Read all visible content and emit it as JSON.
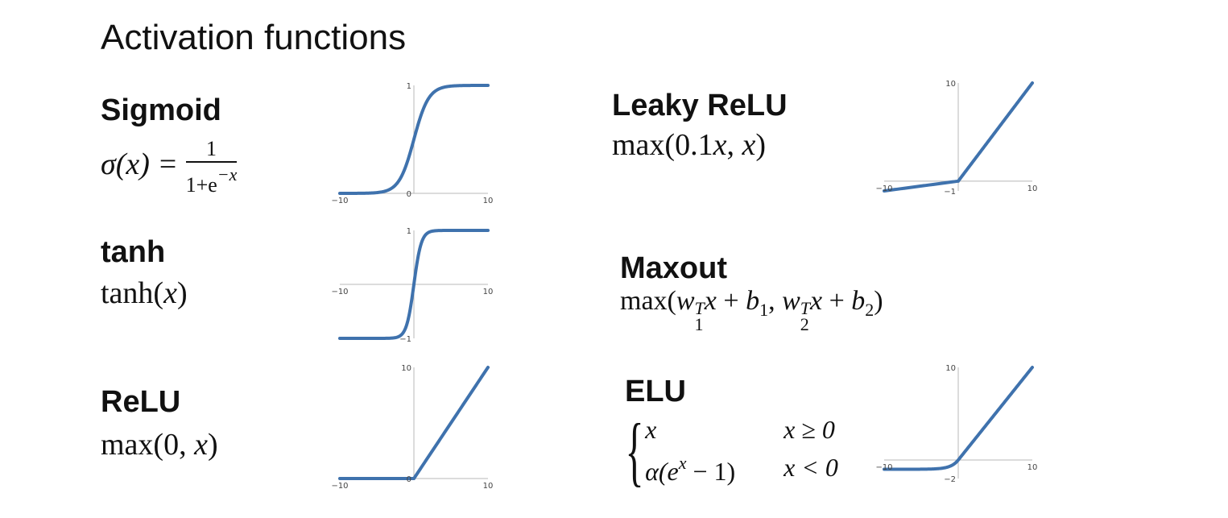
{
  "title": "Activation functions",
  "functions": {
    "sigmoid": {
      "name": "Sigmoid",
      "lhs": "σ(x) = ",
      "frac_num": "1",
      "frac_den_base": "1+e",
      "frac_den_exp": "−x"
    },
    "tanh": {
      "name": "tanh",
      "formula_fn": "tanh(",
      "formula_var": "x",
      "formula_close": ")"
    },
    "relu": {
      "name": "ReLU",
      "formula_fn": "max(0, ",
      "formula_var": "x",
      "formula_close": ")"
    },
    "leaky": {
      "name": "Leaky ReLU",
      "formula_fn": "max(0.1",
      "formula_var": "x",
      "formula_mid": ", ",
      "formula_var2": "x",
      "formula_close": ")"
    },
    "maxout": {
      "name": "Maxout",
      "p1": "max(",
      "w": "w",
      "t1": "T",
      "s1": "1",
      "x1": "x",
      "plus1": " + ",
      "b": "b",
      "bs1": "1",
      "comma": ", ",
      "t2": "T",
      "s2": "2",
      "x2": "x",
      "plus2": " + ",
      "bs2": "2",
      "close": ")"
    },
    "elu": {
      "name": "ELU",
      "case1_expr": "x",
      "case1_cond": "x ≥ 0",
      "case2_expr": "α(e",
      "case2_exp": "x",
      "case2_tail": " − 1)",
      "case2_cond": "x < 0"
    }
  },
  "plots": {
    "sigmoid": {
      "xlim": [
        -10,
        10
      ],
      "ylim": [
        0,
        1
      ],
      "xticks": [
        "−10",
        "10"
      ],
      "yticks": [
        "1",
        "0"
      ]
    },
    "tanh": {
      "xlim": [
        -10,
        10
      ],
      "ylim": [
        -1,
        1
      ],
      "xticks": [
        "−10",
        "10"
      ],
      "yticks": [
        "1",
        "−1"
      ]
    },
    "relu": {
      "xlim": [
        -10,
        10
      ],
      "ylim": [
        0,
        10
      ],
      "xticks": [
        "−10",
        "10"
      ],
      "yticks": [
        "10",
        "0"
      ]
    },
    "leaky": {
      "xlim": [
        -10,
        10
      ],
      "ylim": [
        -1,
        10
      ],
      "xticks": [
        "−10",
        "10"
      ],
      "yticks": [
        "10",
        "−1"
      ]
    },
    "elu": {
      "xlim": [
        -10,
        10
      ],
      "ylim": [
        -2,
        10
      ],
      "xticks": [
        "−10",
        "10"
      ],
      "yticks": [
        "10",
        "−2"
      ]
    }
  },
  "colors": {
    "curve": "#3f72ad",
    "axis": "#b8b8b8"
  }
}
